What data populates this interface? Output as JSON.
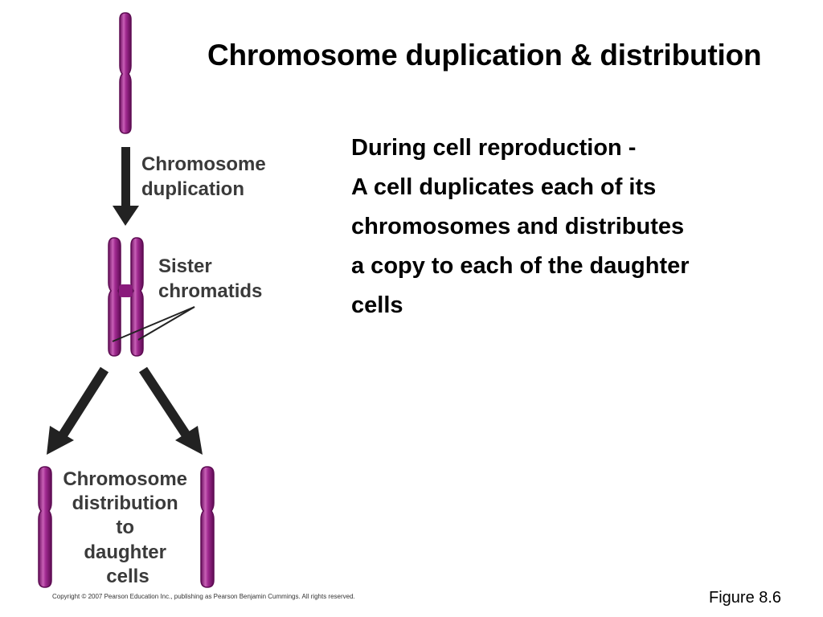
{
  "title": "Chromosome duplication & distribution",
  "body_lines": [
    "During cell reproduction -",
    "A cell duplicates each of its",
    "chromosomes and distributes",
    "a copy to each of the daughter",
    "cells"
  ],
  "diagram": {
    "duplication_label": [
      "Chromosome",
      "duplication"
    ],
    "sister_label": [
      "Sister",
      "chromatids"
    ],
    "distribution_label": [
      "Chromosome",
      "distribution",
      "to",
      "daughter",
      "cells"
    ]
  },
  "figure_label": "Figure 8.6",
  "copyright": "Copyright © 2007 Pearson Education Inc., publishing as Pearson Benjamin Cummings. All rights reserved.",
  "colors": {
    "chromosome": "#9b1d8a",
    "chromosome_light": "#d98acb",
    "chromosome_dark": "#6a0f5e",
    "arrow": "#222222",
    "label": "#3a3a3a"
  }
}
